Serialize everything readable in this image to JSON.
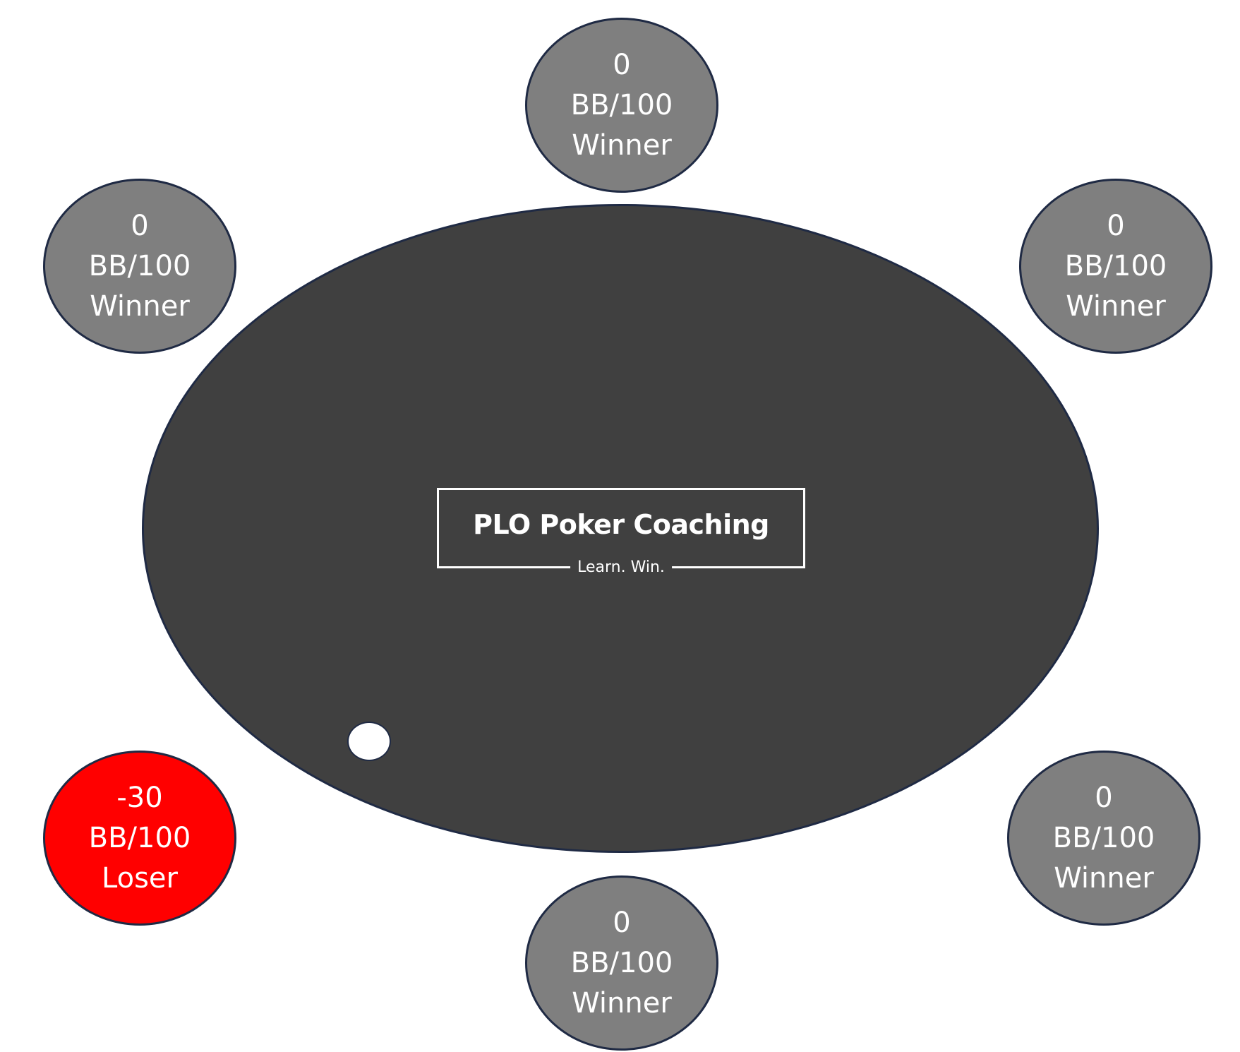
{
  "table": {
    "felt_color": "#404040",
    "border_color": "#1f2a44"
  },
  "logo": {
    "title": "PLO Poker Coaching",
    "tagline": "Learn. Win."
  },
  "dealer_button": {
    "color": "#ffffff"
  },
  "colors": {
    "winner_seat": "#7f7f7f",
    "loser_seat": "#ff0000",
    "text": "#ffffff"
  },
  "seats": {
    "top": {
      "value": "0",
      "unit": "BB/100",
      "status": "Winner"
    },
    "top_left": {
      "value": "0",
      "unit": "BB/100",
      "status": "Winner"
    },
    "top_right": {
      "value": "0",
      "unit": "BB/100",
      "status": "Winner"
    },
    "bottom_left": {
      "value": "-30",
      "unit": "BB/100",
      "status": "Loser"
    },
    "bottom_right": {
      "value": "0",
      "unit": "BB/100",
      "status": "Winner"
    },
    "bottom": {
      "value": "0",
      "unit": "BB/100",
      "status": "Winner"
    }
  }
}
